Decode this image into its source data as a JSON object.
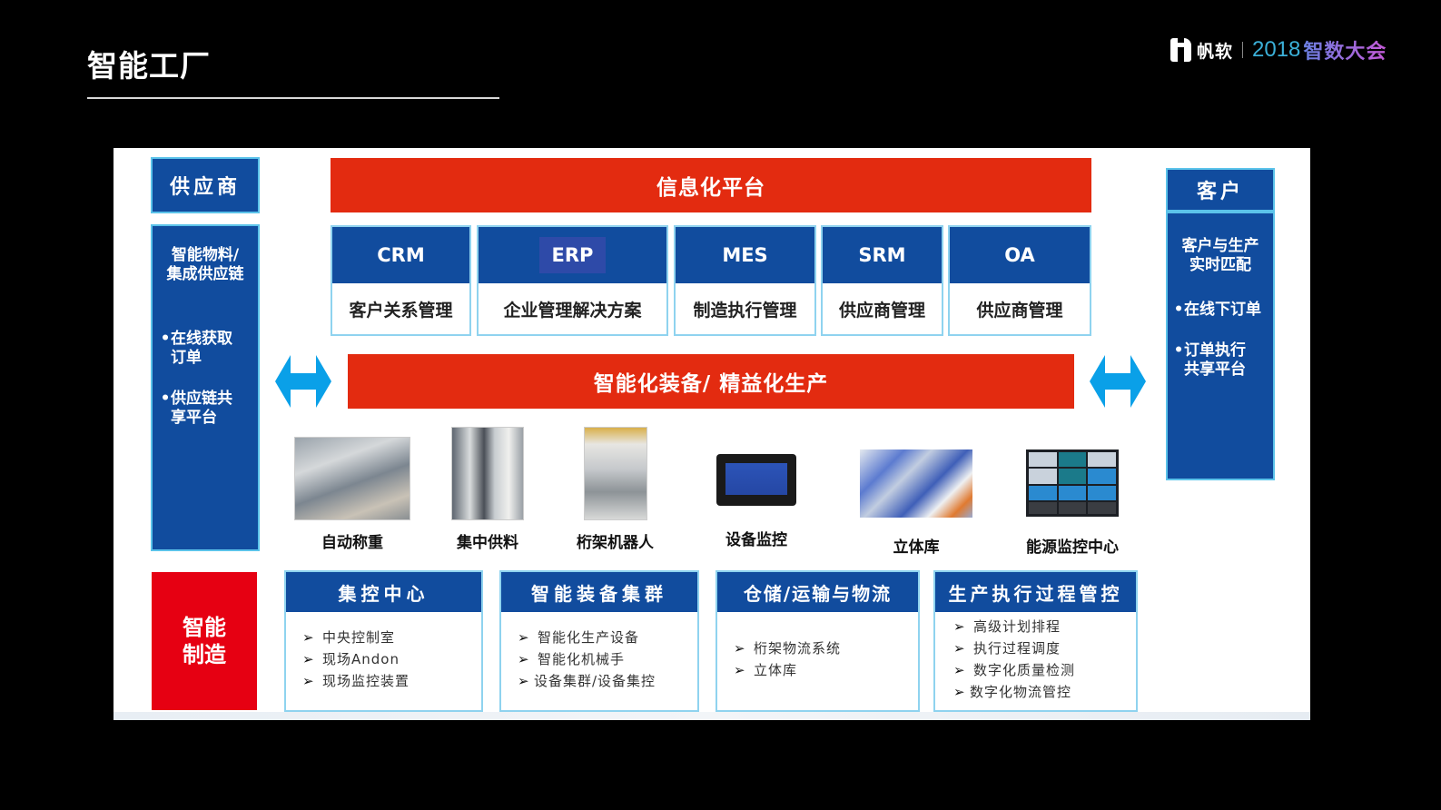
{
  "header": {
    "title": "智能工厂",
    "brand": {
      "name": "帆软",
      "year": "2018",
      "event": "智数大会",
      "year_color": "#3bb0d8",
      "event_gradient": [
        "#6a7fe0",
        "#c45ad8"
      ]
    }
  },
  "colors": {
    "primary_blue": "#114c9e",
    "platform_red": "#e32b10",
    "manufacturing_red": "#e60012",
    "arrow_blue": "#0aa0e8",
    "card_border": "#8fd3ef"
  },
  "supplier": {
    "title": "供应商",
    "description": "智能物料/集成供应链",
    "description_lines": [
      "智能物料/",
      "集成供应链"
    ],
    "bullets": [
      {
        "lines": [
          "在线获取",
          "订单"
        ]
      },
      {
        "lines": [
          "供应链共",
          "享平台"
        ]
      }
    ],
    "bullet_glyph": "•"
  },
  "customer": {
    "title": "客户",
    "description_lines": [
      "客户与生产",
      "实时匹配"
    ],
    "bullets": [
      {
        "lines": [
          "在线下订单"
        ]
      },
      {
        "lines": [
          "订单执行",
          "共享平台"
        ]
      }
    ],
    "bullet_glyph": "•"
  },
  "info_platform": {
    "title": "信息化平台",
    "systems": [
      {
        "code": "CRM",
        "name": "客户关系管理"
      },
      {
        "code": "ERP",
        "name": "企业管理解决方案"
      },
      {
        "code": "MES",
        "name": "制造执行管理"
      },
      {
        "code": "SRM",
        "name": "供应商管理"
      },
      {
        "code": "OA",
        "name": "供应商管理"
      }
    ]
  },
  "production_bar": {
    "title": "智能化装备/ 精益化生产",
    "left_arrow_icon": "double-arrow-icon",
    "right_arrow_icon": "double-arrow-icon"
  },
  "equipment": [
    {
      "label": "自动称重",
      "image": "automatic-weighing-photo"
    },
    {
      "label": "集中供料",
      "image": "centralized-feeding-photo"
    },
    {
      "label": "桁架机器人",
      "image": "gantry-robot-photo"
    },
    {
      "label": "设备监控",
      "image": "equipment-monitor-hmi-photo"
    },
    {
      "label": "立体库",
      "image": "automated-warehouse-photo"
    },
    {
      "label": "能源监控中心",
      "image": "energy-monitoring-center-photo"
    }
  ],
  "manufacturing": {
    "title_lines": [
      "智能",
      "制造"
    ],
    "bullet_glyph": "➢",
    "capabilities": [
      {
        "title": "集控中心",
        "items": [
          "中央控制室",
          "现场Andon",
          "现场监控装置"
        ]
      },
      {
        "title": "智能装备集群",
        "items": [
          "智能化生产设备",
          "智能化机械手",
          "设备集群/设备集控"
        ]
      },
      {
        "title": "仓储/运输与物流",
        "items": [
          "桁架物流系统",
          "立体库"
        ]
      },
      {
        "title": "生产执行过程管控",
        "items": [
          "高级计划排程",
          "执行过程调度",
          "数字化质量检测",
          "数字化物流管控"
        ]
      }
    ]
  }
}
